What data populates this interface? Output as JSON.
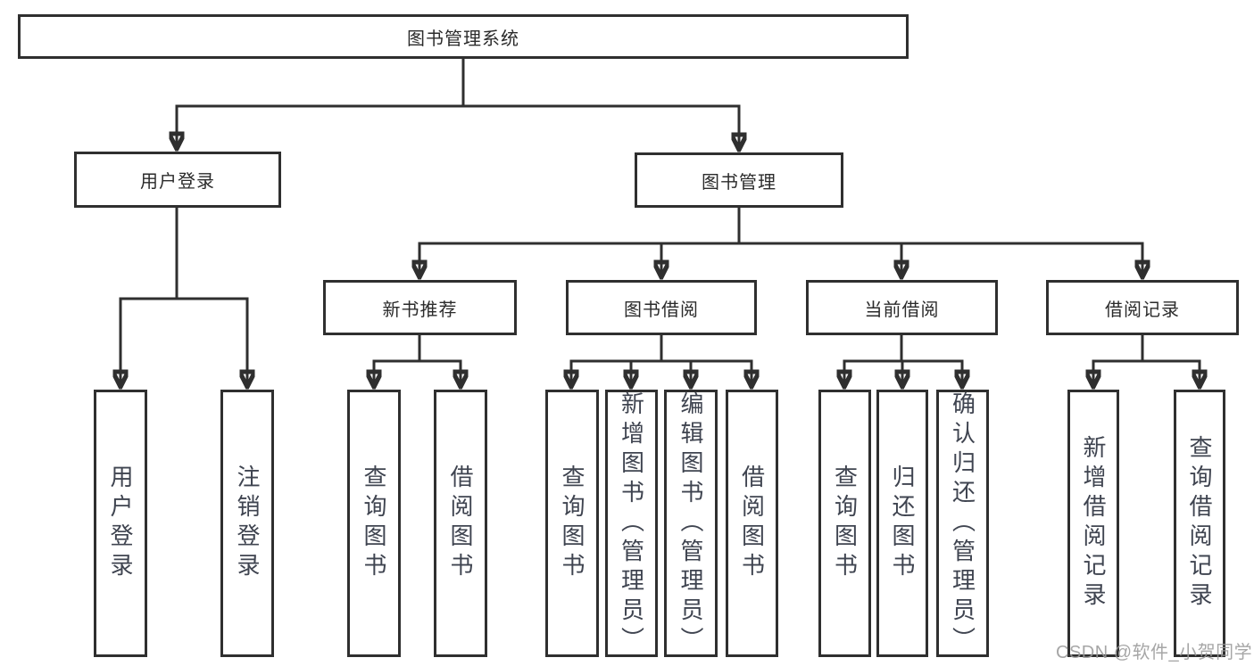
{
  "colors": {
    "line": "#2f2f2f",
    "box_border": "#2f2f2f",
    "label_text": "#2b2b2b",
    "leaf_text": "#3f4450",
    "watermark": "#9a9a9a",
    "background": "#ffffff"
  },
  "tree": {
    "root": "图书管理系统",
    "level2": [
      "用户登录",
      "图书管理"
    ],
    "level3": [
      "新书推荐",
      "图书借阅",
      "当前借阅",
      "借阅记录"
    ],
    "leaves_user_login": [
      "用户登录",
      "注销登录"
    ],
    "leaves_new_books": [
      "查询图书",
      "借阅图书"
    ],
    "leaves_book_borrowing": [
      "查询图书",
      "新增图书（管理员）",
      "编辑图书（管理员）",
      "借阅图书"
    ],
    "leaves_current_borrowing": [
      "查询图书",
      "归还图书",
      "确认归还（管理员）"
    ],
    "leaves_borrow_records": [
      "新增借阅记录",
      "查询借阅记录"
    ]
  },
  "watermark": {
    "text": "CSDN @软件_小贺同学"
  }
}
